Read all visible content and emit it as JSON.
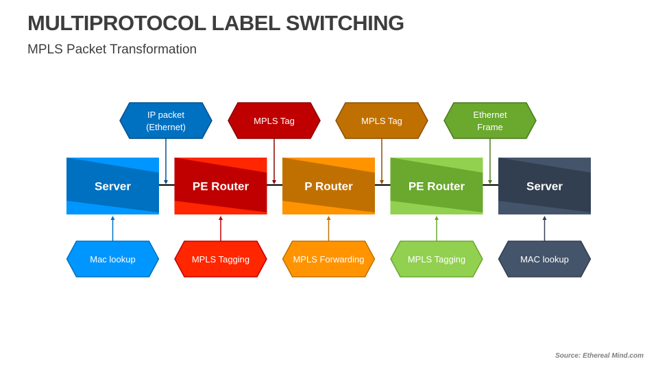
{
  "header": {
    "title": "MULTIPROTOCOL LABEL SWITCHING",
    "subtitle": "MPLS Packet Transformation"
  },
  "footer": {
    "source": "Source: Ethereal Mind.com"
  },
  "nodes": [
    {
      "label": "Server",
      "colors": {
        "main": "#0070c0",
        "light": "#0096ff",
        "dark": "#005a9e"
      },
      "top": {
        "lines": [
          "IP packet",
          "(Ethernet)"
        ],
        "fill": "#0070c0",
        "stroke": "#00508c"
      },
      "bottom": {
        "lines": [
          "Mac lookup"
        ],
        "fill": "#0096ff",
        "stroke": "#0070c0"
      }
    },
    {
      "label": "PE Router",
      "colors": {
        "main": "#c00000",
        "light": "#ff2600",
        "dark": "#a00000"
      },
      "top": {
        "lines": [
          "MPLS Tag"
        ],
        "fill": "#c00000",
        "stroke": "#8c0000"
      },
      "bottom": {
        "lines": [
          "MPLS Tagging"
        ],
        "fill": "#ff2600",
        "stroke": "#c00000"
      }
    },
    {
      "label": "P Router",
      "colors": {
        "main": "#c07000",
        "light": "#ff9300",
        "dark": "#a05c00"
      },
      "top": {
        "lines": [
          "MPLS Tag"
        ],
        "fill": "#c07000",
        "stroke": "#8c5000"
      },
      "bottom": {
        "lines": [
          "MPLS Forwarding"
        ],
        "fill": "#ff9300",
        "stroke": "#c07000"
      }
    },
    {
      "label": "PE Router",
      "colors": {
        "main": "#6aa82e",
        "light": "#92d050",
        "dark": "#558a22"
      },
      "top": {
        "lines": [
          "Ethernet",
          "Frame"
        ],
        "fill": "#6aa82e",
        "stroke": "#4a7a1e"
      },
      "bottom": {
        "lines": [
          "MPLS Tagging"
        ],
        "fill": "#92d050",
        "stroke": "#6aa82e"
      }
    },
    {
      "label": "Server",
      "colors": {
        "main": "#323f50",
        "light": "#44546a",
        "dark": "#26303d"
      },
      "top": null,
      "bottom": {
        "lines": [
          "MAC lookup"
        ],
        "fill": "#44546a",
        "stroke": "#323f50"
      }
    }
  ]
}
